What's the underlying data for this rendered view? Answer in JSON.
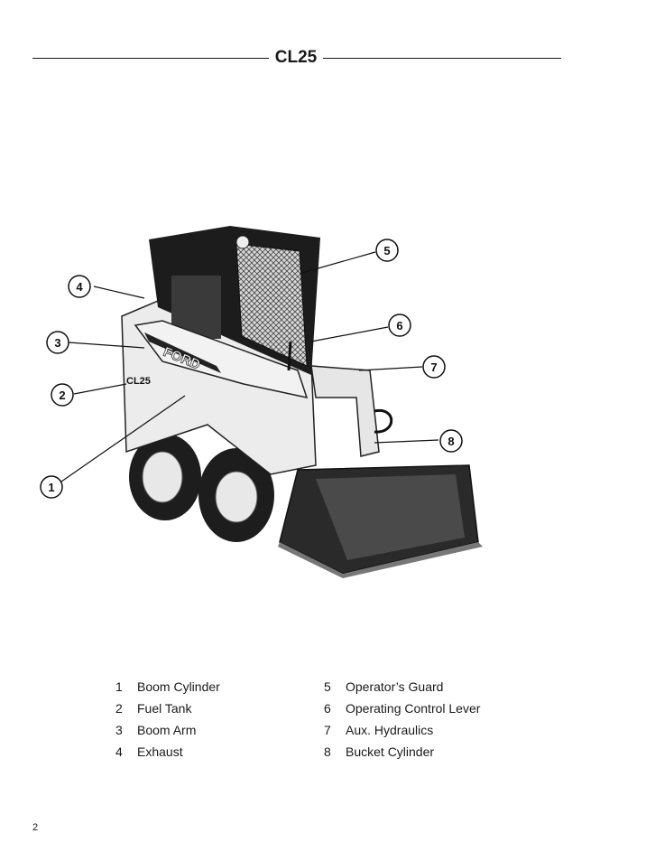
{
  "header": {
    "title": "CL25"
  },
  "figure": {
    "decal_brand": "FORD",
    "decal_model": "CL25",
    "callouts": [
      "1",
      "2",
      "3",
      "4",
      "5",
      "6",
      "7",
      "8"
    ]
  },
  "legend": {
    "left": [
      {
        "num": "1",
        "label": "Boom Cylinder"
      },
      {
        "num": "2",
        "label": "Fuel Tank"
      },
      {
        "num": "3",
        "label": "Boom Arm"
      },
      {
        "num": "4",
        "label": "Exhaust"
      }
    ],
    "right": [
      {
        "num": "5",
        "label": "Operator’s Guard"
      },
      {
        "num": "6",
        "label": "Operating Control Lever"
      },
      {
        "num": "7",
        "label": "Aux. Hydraulics"
      },
      {
        "num": "8",
        "label": "Bucket Cylinder"
      }
    ]
  },
  "footer": {
    "page_number": "2"
  }
}
